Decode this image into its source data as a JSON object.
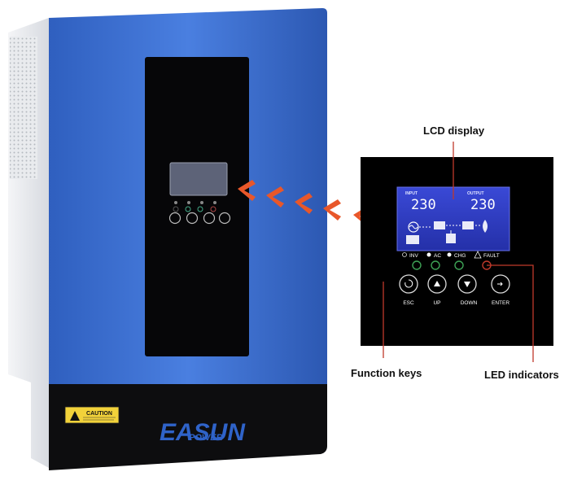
{
  "callouts": {
    "lcd": "LCD display",
    "keys": "Function keys",
    "leds": "LED indicators"
  },
  "panel": {
    "input_label": "INPUT",
    "output_label": "OUTPUT",
    "input_value": "230",
    "output_value": "230",
    "led_labels": [
      "INV",
      "AC",
      "CHG",
      "FAULT"
    ],
    "key_labels": [
      "ESC",
      "UP",
      "DOWN",
      "ENTER"
    ]
  },
  "device": {
    "caution_label": "CAUTION",
    "brand_main": "EASUN",
    "brand_sub": "POWER",
    "body_color": "#3f74d6",
    "arrow_color": "#e8572a",
    "callout_line_color": "#c0392b"
  }
}
